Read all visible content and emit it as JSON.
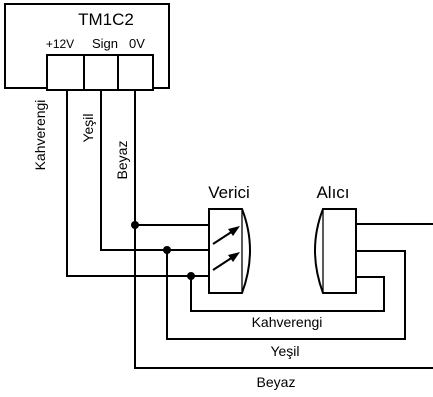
{
  "controller": {
    "name": "TM1C2",
    "terminals": [
      "+12V",
      "Sign",
      "0V"
    ]
  },
  "wires": {
    "brown": "Kahverengi",
    "green": "Yeşil",
    "white": "Beyaz"
  },
  "devices": {
    "transmitter": "Verici",
    "receiver": "Alıcı"
  },
  "colors": {
    "line": "#000000",
    "background": "#ffffff"
  }
}
